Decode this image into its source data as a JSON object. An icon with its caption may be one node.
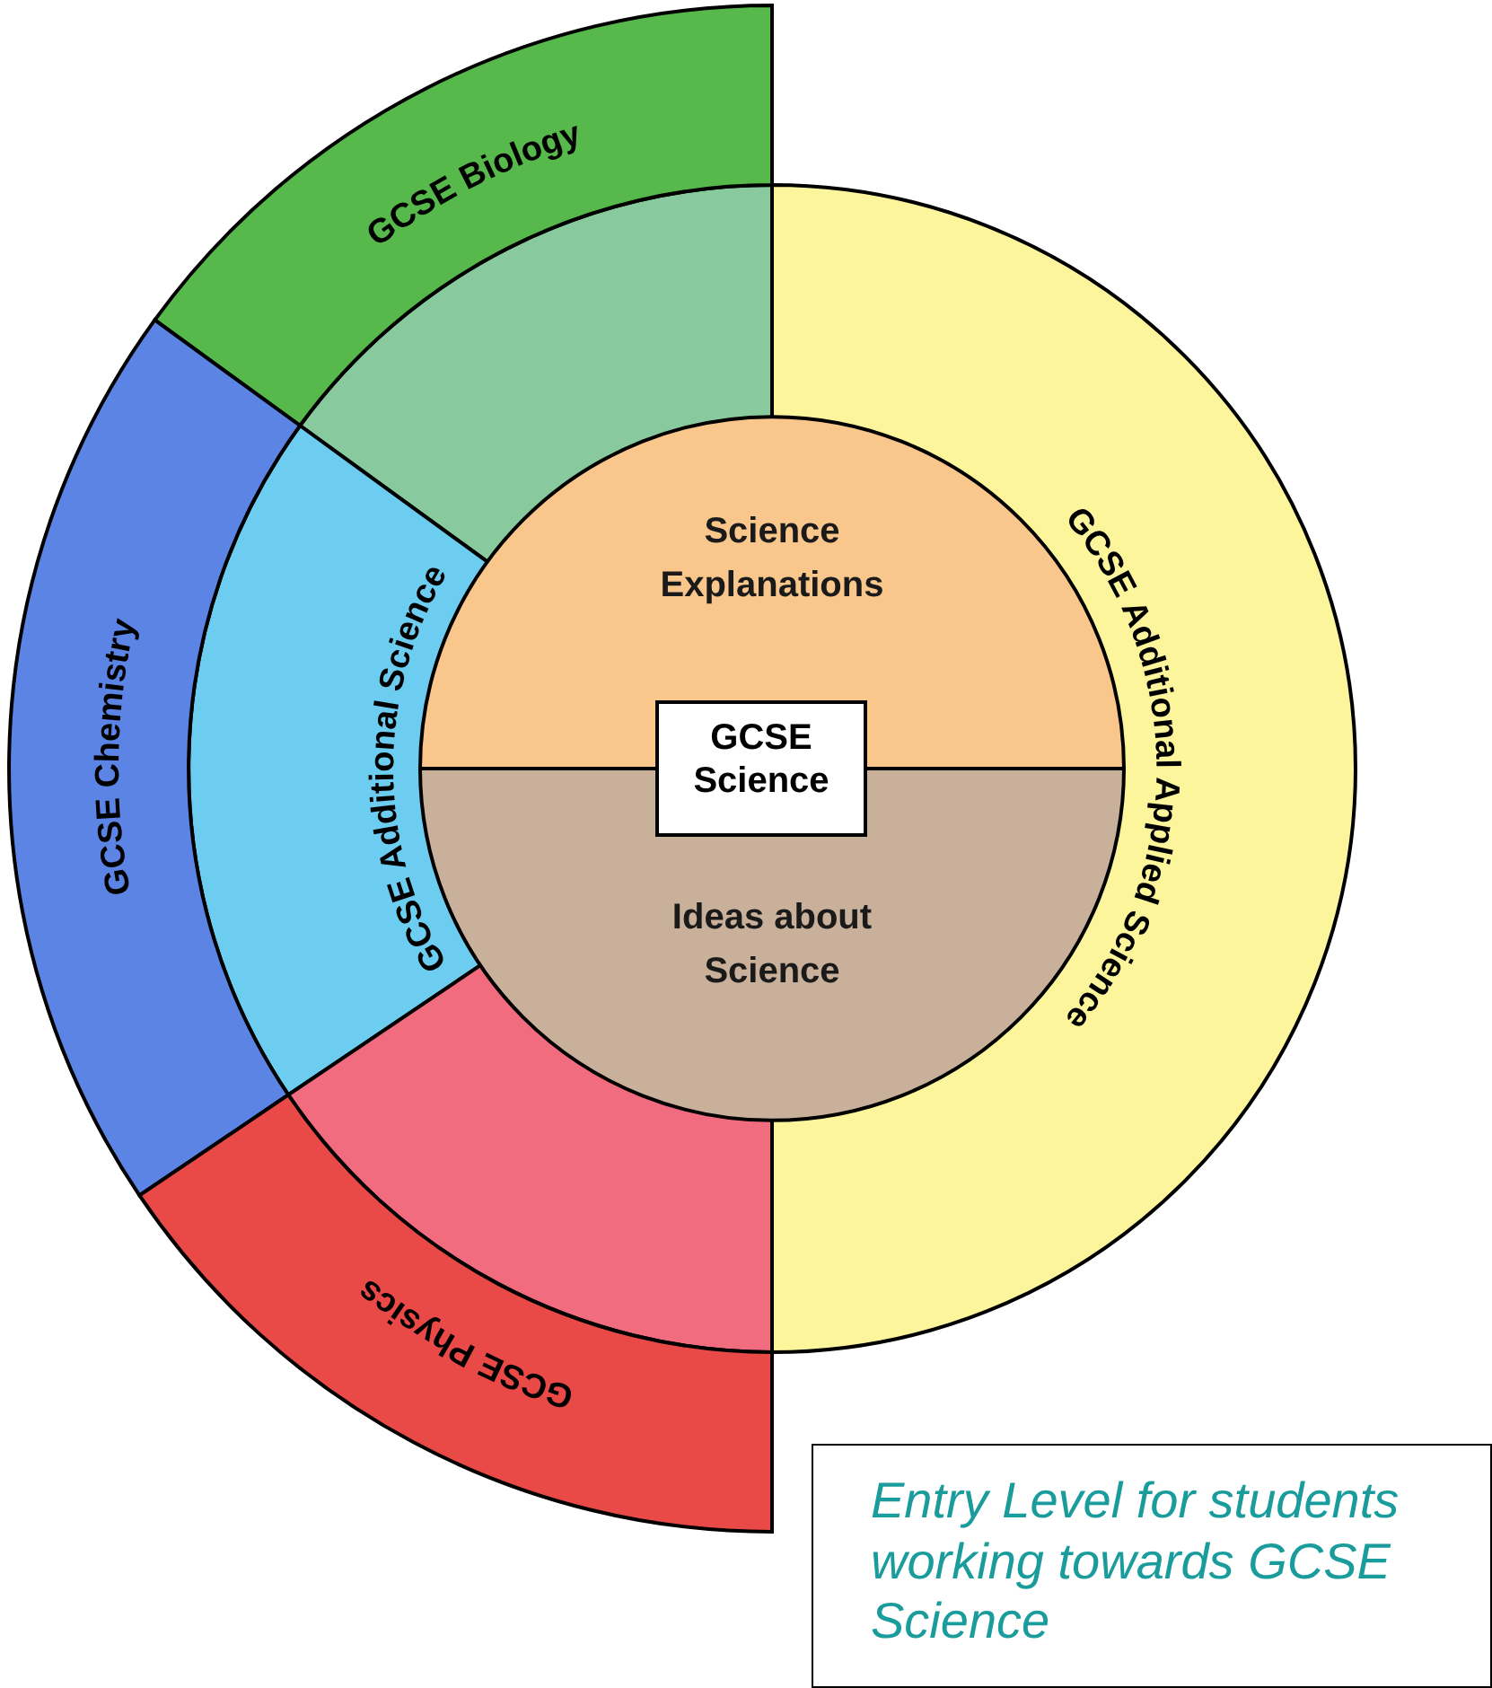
{
  "diagram": {
    "nodes": [
      {
        "text": [
          "GCSE Biology"
        ]
      },
      {
        "text": [
          "GCSE Chemistry"
        ]
      },
      {
        "text": [
          "GCSE Physics"
        ]
      },
      {
        "text": [
          "GCSE Additional Science"
        ]
      },
      {
        "text": [
          "GCSE Additional Applied Science"
        ]
      },
      {
        "text": [
          "Science Explanations"
        ]
      },
      {
        "text": [
          "Ideas about Science"
        ]
      },
      {
        "text": [
          "GCSE Science"
        ]
      },
      {
        "text": [
          "Entry Level for students working towards GCSE Science"
        ]
      }
    ]
  }
}
